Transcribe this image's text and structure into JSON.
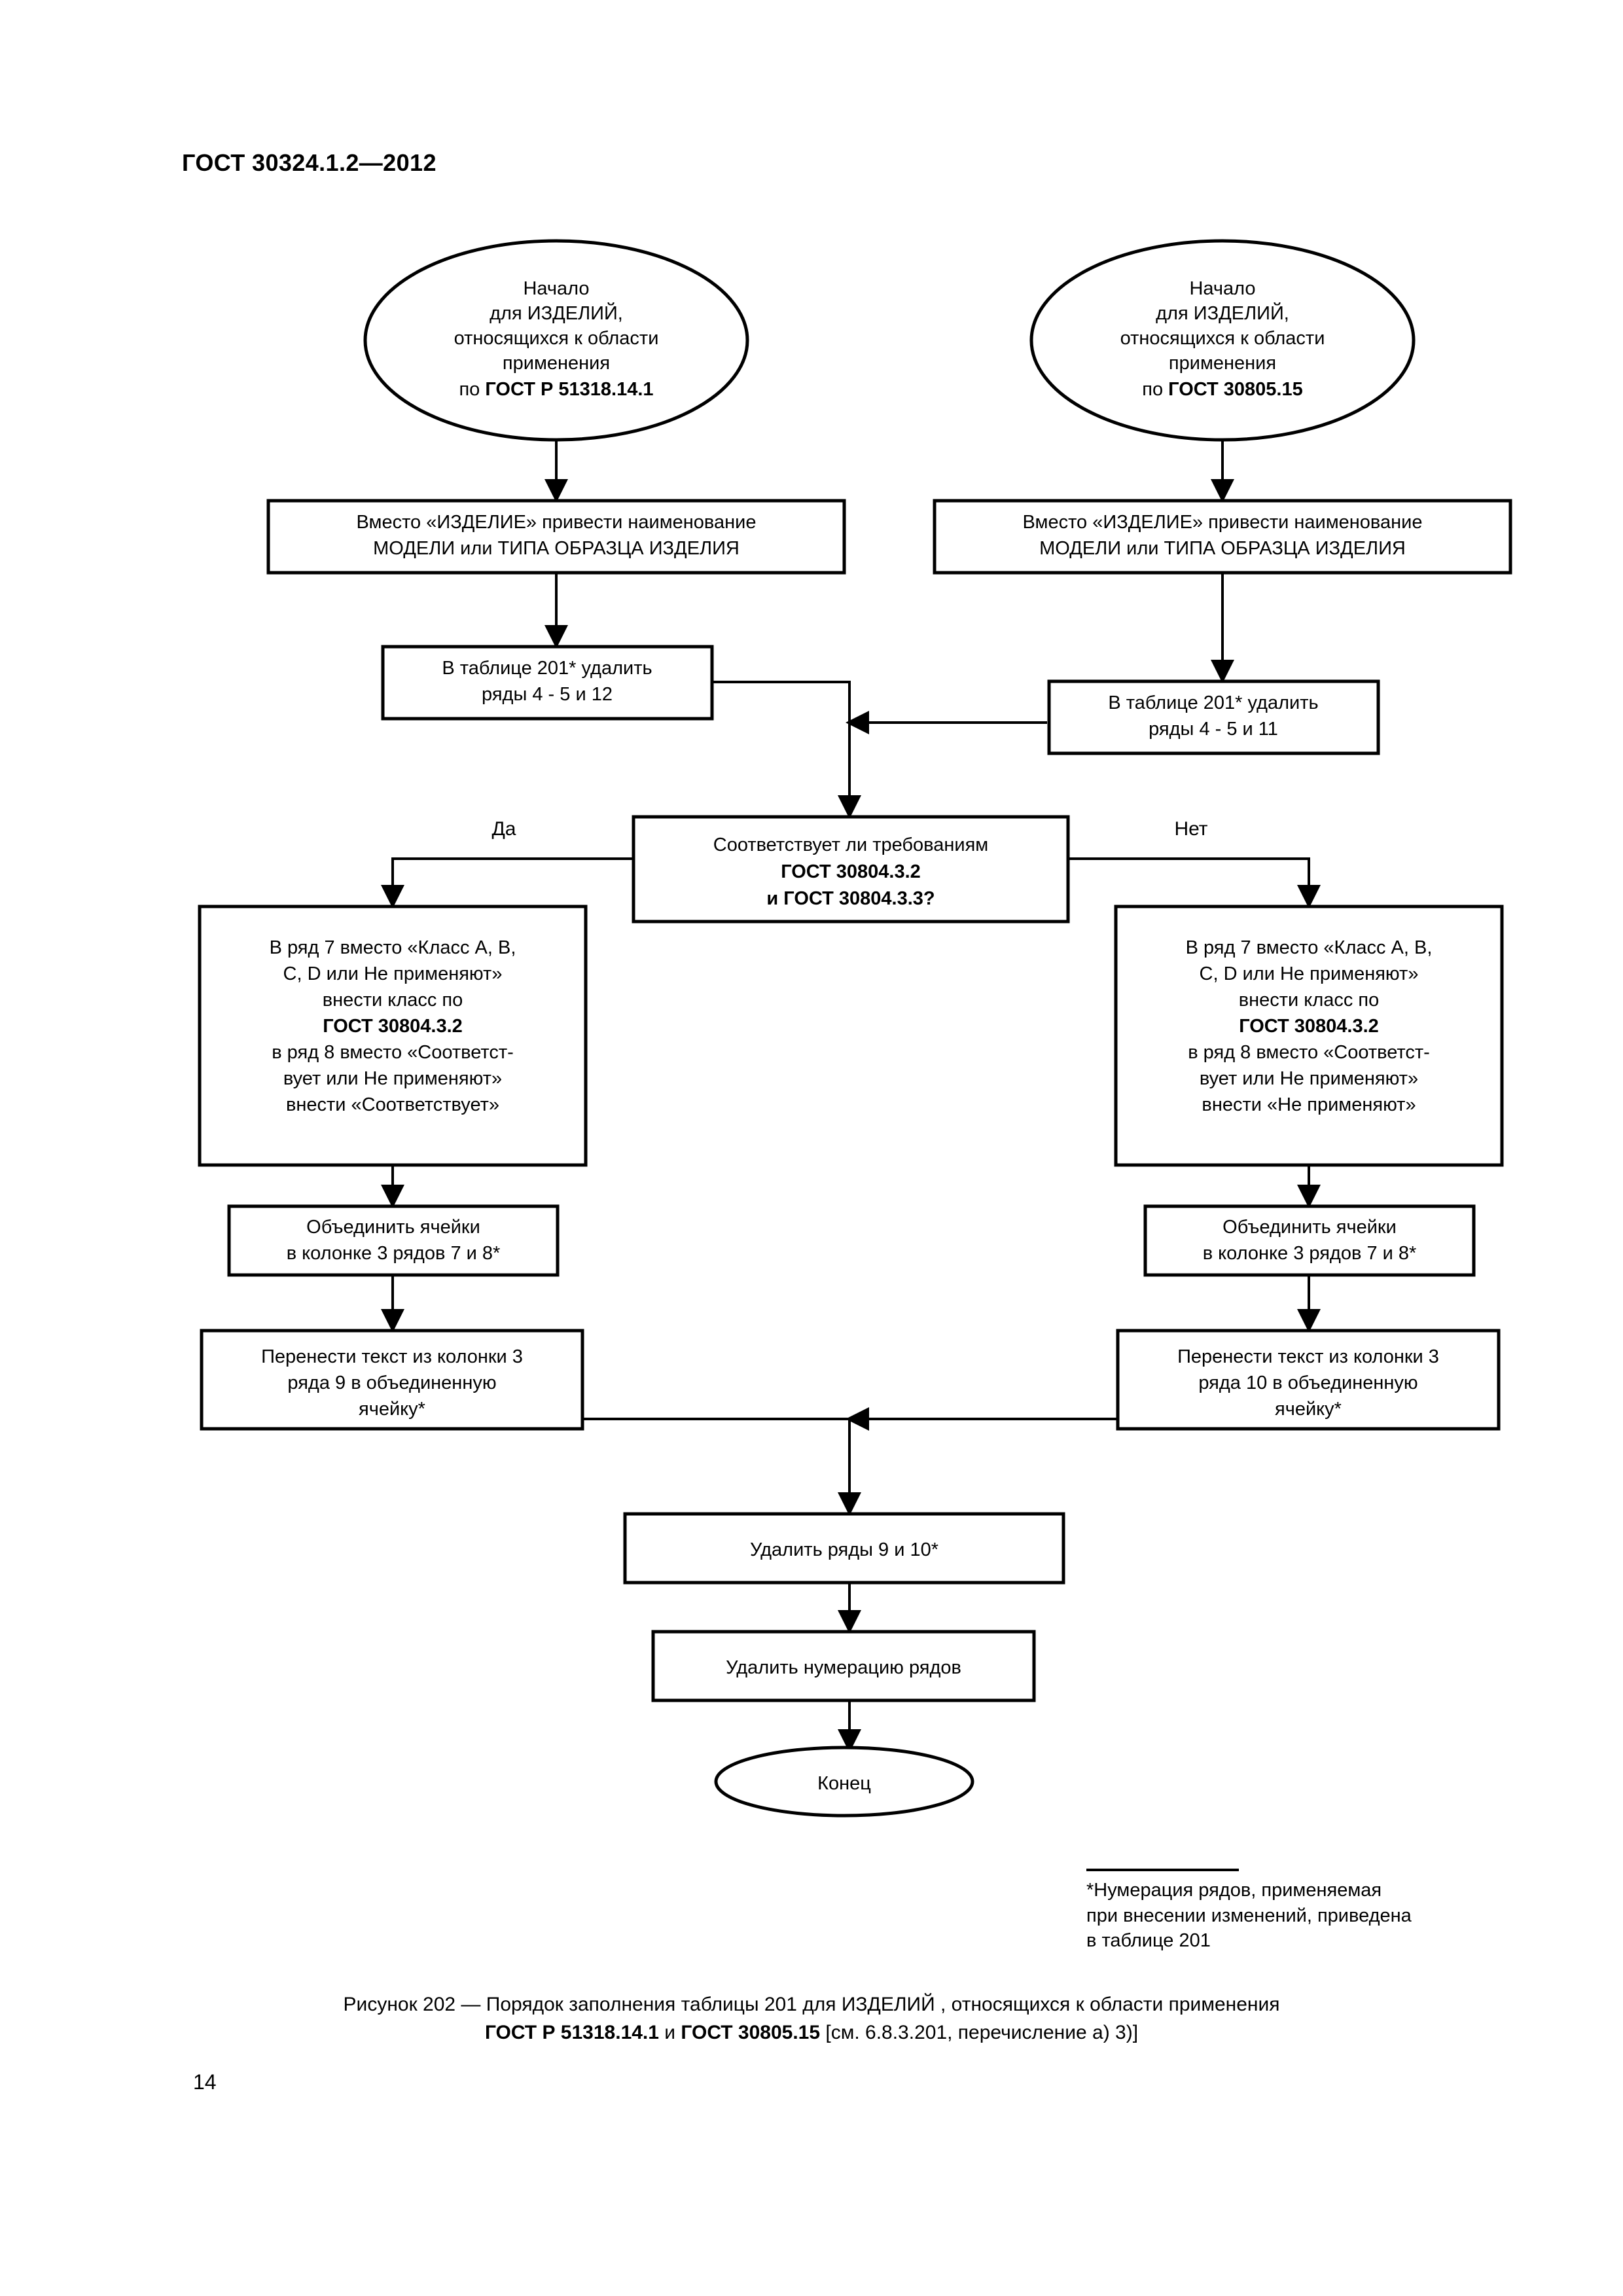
{
  "header": {
    "standard_code": "ГОСТ 30324.1.2—2012"
  },
  "page_number": "14",
  "flowchart": {
    "start_left": {
      "shape": "ellipse",
      "lines": [
        "Начало",
        "для ИЗДЕЛИЙ,",
        "относящихся к области",
        "применения",
        "по ГОСТ Р 51318.14.1"
      ],
      "bold_tail": "ГОСТ Р 51318.14.1",
      "prefix": "по "
    },
    "start_right": {
      "shape": "ellipse",
      "lines": [
        "Начало",
        "для ИЗДЕЛИЙ,",
        "относящихся к области",
        "применения",
        "по ГОСТ 30805.15"
      ],
      "bold_tail": "ГОСТ 30805.15",
      "prefix": "по "
    },
    "replace_left": {
      "shape": "rect",
      "lines": [
        "Вместо «ИЗДЕЛИЕ» привести наименование",
        "МОДЕЛИ или ТИПА ОБРАЗЦА ИЗДЕЛИЯ"
      ]
    },
    "replace_right": {
      "shape": "rect",
      "lines": [
        "Вместо «ИЗДЕЛИЕ» привести наименование",
        "МОДЕЛИ или ТИПА ОБРАЗЦА ИЗДЕЛИЯ"
      ]
    },
    "table_left": {
      "shape": "rect",
      "lines": [
        "В таблице 201* удалить",
        "ряды 4 - 5 и 12"
      ]
    },
    "table_right": {
      "shape": "rect",
      "lines": [
        "В таблице 201* удалить",
        "ряды 4 - 5 и 11"
      ]
    },
    "decision": {
      "shape": "rect",
      "lines": [
        "Соответствует ли требованиям",
        "ГОСТ 30804.3.2",
        "и ГОСТ 30804.3.3?"
      ],
      "bold_lines": [
        1,
        2
      ]
    },
    "branch_yes_label": "Да",
    "branch_no_label": "Нет",
    "class_left": {
      "shape": "rect",
      "lines": [
        "В ряд 7 вместо «Класс A, B,",
        "C, D или Не применяют»",
        "внести класс по",
        "ГОСТ 30804.3.2",
        "в ряд 8 вместо «Соответст-",
        "вует или Не применяют»",
        "внести «Соответствует»"
      ],
      "bold_lines": [
        3
      ]
    },
    "class_right": {
      "shape": "rect",
      "lines": [
        "В ряд 7 вместо «Класс A, B,",
        "C, D или Не применяют»",
        "внести класс по",
        "ГОСТ 30804.3.2",
        "в ряд 8 вместо «Соответст-",
        "вует или Не применяют»",
        "внести «Не применяют»"
      ],
      "bold_lines": [
        3
      ]
    },
    "merge_left": {
      "shape": "rect",
      "lines": [
        "Объединить ячейки",
        "в колонке 3 рядов 7 и 8*"
      ]
    },
    "merge_right": {
      "shape": "rect",
      "lines": [
        "Объединить ячейки",
        "в колонке 3 рядов 7 и 8*"
      ]
    },
    "transfer_left": {
      "shape": "rect",
      "lines": [
        "Перенести текст из колонки 3",
        "ряда 9 в объединенную",
        "ячейку*"
      ]
    },
    "transfer_right": {
      "shape": "rect",
      "lines": [
        "Перенести текст из колонки 3",
        "ряда 10 в объединенную",
        "ячейку*"
      ]
    },
    "delete_rows": {
      "shape": "rect",
      "lines": [
        "Удалить ряды 9 и 10*"
      ]
    },
    "delete_numbering": {
      "shape": "rect",
      "lines": [
        "Удалить нумерацию рядов"
      ]
    },
    "end": {
      "shape": "ellipse",
      "lines": [
        "Конец"
      ]
    }
  },
  "footnote": {
    "line1": "*Нумерация рядов, применяемая",
    "line2": "при внесении изменений, приведена",
    "line3": "в таблице 201"
  },
  "caption": {
    "line1_pre": "Рисунок 202  — Порядок заполнения таблицы 201  для ИЗДЕЛИЙ , относящихся к области применения",
    "line2_bold1": "ГОСТ Р 51318.14.1",
    "line2_mid": "  и ",
    "line2_bold2": "ГОСТ 30805.15",
    "line2_tail": "  [см. 6.8.3.201, перечисление а) 3)]"
  }
}
